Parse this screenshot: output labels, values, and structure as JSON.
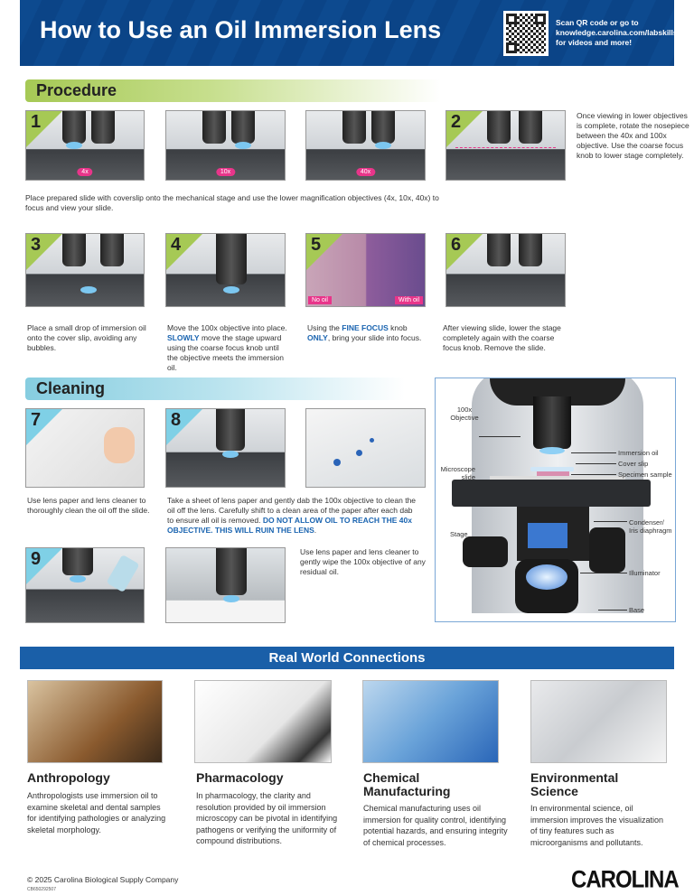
{
  "header": {
    "title": "How to Use an Oil Immersion Lens",
    "qr_text": "Scan QR code or go to knowledge.carolina.com/labskills for videos and more!"
  },
  "procedure": {
    "heading": "Procedure",
    "step1": {
      "number": "1",
      "labels": [
        "4x",
        "10x",
        "40x"
      ],
      "caption": "Place prepared slide with coverslip onto the mechanical stage and use the lower magnification objectives (4x, 10x, 40x) to focus and view your slide."
    },
    "step2": {
      "number": "2",
      "caption": "Once viewing in lower objectives is complete, rotate the nosepiece between the 40x and 100x objective. Use the coarse focus knob to lower stage completely."
    },
    "step3": {
      "number": "3",
      "caption": "Place a small drop of immersion oil onto the cover slip, avoiding any bubbles."
    },
    "step4": {
      "number": "4",
      "caption_a": "Move the 100x objective into place.",
      "caption_hl": "SLOWLY",
      "caption_b": " move the stage upward using the coarse focus knob until the objective meets the immersion oil."
    },
    "step5": {
      "number": "5",
      "tag_left": "No oil",
      "tag_right": "With oil",
      "caption_a": "Using the ",
      "caption_hl1": "FINE FOCUS",
      "caption_b": " knob ",
      "caption_hl2": "ONLY",
      "caption_c": ", bring your slide into focus."
    },
    "step6": {
      "number": "6",
      "caption": "After viewing slide, lower the stage completely again with the coarse focus knob. Remove the slide."
    }
  },
  "cleaning": {
    "heading": "Cleaning",
    "step7": {
      "number": "7",
      "caption": "Use lens paper and lens cleaner to thoroughly clean the oil off the slide."
    },
    "step8": {
      "number": "8",
      "caption_a": "Take a sheet of lens paper and gently dab the 100x objective to clean the oil off the lens. Carefully shift to a clean area of the paper after each dab to ensure all oil is removed. ",
      "caption_hl": "DO NOT ALLOW OIL TO REACH THE 40x OBJECTIVE. THIS WILL RUIN THE LENS",
      "caption_end": "."
    },
    "step9": {
      "number": "9",
      "caption": "Use lens paper and lens cleaner to gently wipe the 100x objective of any residual oil."
    }
  },
  "diagram": {
    "labels": {
      "objective": "100x Objective",
      "immersion_oil": "Immersion oil",
      "cover_slip": "Cover slip",
      "slide": "Microscope slide",
      "specimen": "Specimen sample",
      "stage": "Stage",
      "condenser": "Condenser/ Iris diaphragm",
      "illuminator": "Illuminator",
      "base": "Base"
    }
  },
  "real_world": {
    "heading": "Real World Connections",
    "items": [
      {
        "title": "Anthropology",
        "text": "Anthropologists use immersion oil to examine skeletal and dental samples for identifying pathologies or analyzing skeletal morphology."
      },
      {
        "title": "Pharmacology",
        "text": "In pharmacology, the clarity and resolution provided by oil immersion microscopy can be pivotal in identifying pathogens or verifying the uniformity of compound distributions."
      },
      {
        "title": "Chemical Manufacturing",
        "text": "Chemical manufacturing uses oil immersion for quality control, identifying potential hazards, and ensuring integrity of chemical processes."
      },
      {
        "title": "Environmental Science",
        "text": "In environmental science, oil immersion improves the visualization of tiny features such as microorganisms and pollutants."
      }
    ]
  },
  "footer": {
    "copyright": "© 2025 Carolina Biological Supply Company",
    "code": "CB650292507",
    "logo": "CAROLINA"
  }
}
